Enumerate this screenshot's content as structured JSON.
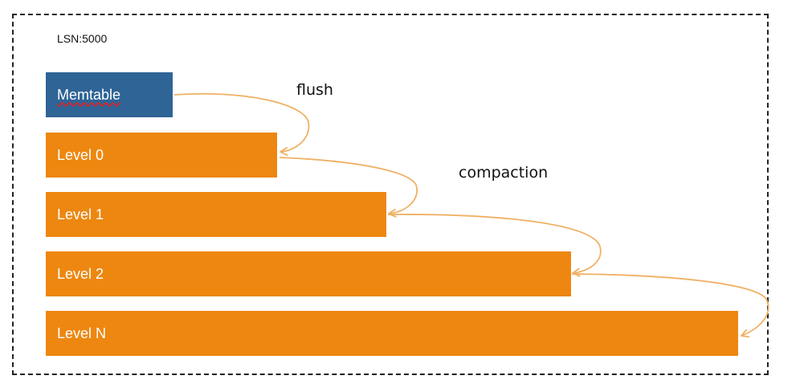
{
  "lsn_label": "LSN:5000",
  "memtable": {
    "label": "Memtable"
  },
  "levels": [
    {
      "label": "Level 0"
    },
    {
      "label": "Level 1"
    },
    {
      "label": "Level 2"
    },
    {
      "label": "Level N"
    }
  ],
  "captions": {
    "flush": "flush",
    "compaction": "compaction"
  },
  "colors": {
    "memtable": "#2e6496",
    "level": "#ed8710",
    "arrow": "#f0b064",
    "spellcheck_underline": "#d9262b"
  }
}
